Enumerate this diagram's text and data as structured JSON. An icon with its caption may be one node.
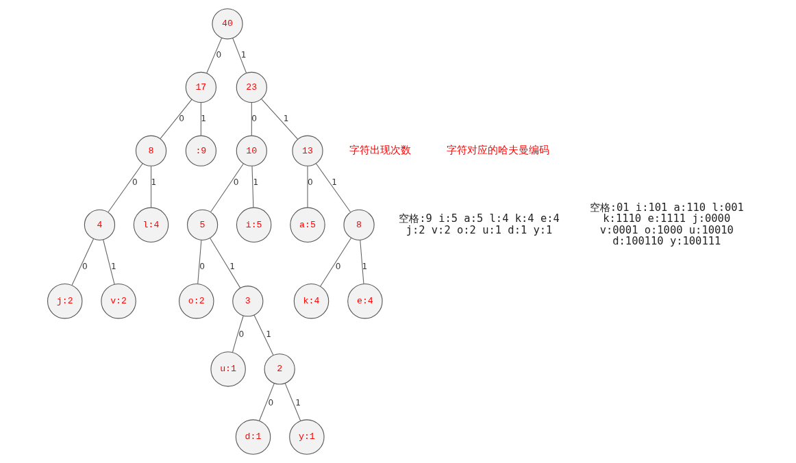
{
  "diagram": {
    "nodes": [
      {
        "text": [
          "40"
        ]
      },
      {
        "text": [
          "17"
        ]
      },
      {
        "text": [
          "23"
        ]
      },
      {
        "text": [
          "8"
        ]
      },
      {
        "text": [
          ":9"
        ]
      },
      {
        "text": [
          "10"
        ]
      },
      {
        "text": [
          "13"
        ]
      },
      {
        "text": [
          "4"
        ]
      },
      {
        "text": [
          "l:4"
        ]
      },
      {
        "text": [
          "5"
        ]
      },
      {
        "text": [
          "i:5"
        ]
      },
      {
        "text": [
          "a:5"
        ]
      },
      {
        "text": [
          "8"
        ]
      },
      {
        "text": [
          "j:2"
        ]
      },
      {
        "text": [
          "v:2"
        ]
      },
      {
        "text": [
          "o:2"
        ]
      },
      {
        "text": [
          "3"
        ]
      },
      {
        "text": [
          "k:4"
        ]
      },
      {
        "text": [
          "e:4"
        ]
      },
      {
        "text": [
          "u:1"
        ]
      },
      {
        "text": [
          "2"
        ]
      },
      {
        "text": [
          "d:1"
        ]
      },
      {
        "text": [
          "y:1"
        ]
      }
    ],
    "edges": [
      {
        "from": 0,
        "to": 1,
        "arrow": "none",
        "label": "0"
      },
      {
        "from": 0,
        "to": 2,
        "arrow": "none",
        "label": "1"
      },
      {
        "from": 1,
        "to": 3,
        "arrow": "none",
        "label": "0"
      },
      {
        "from": 1,
        "to": 4,
        "arrow": "none",
        "label": "1"
      },
      {
        "from": 2,
        "to": 5,
        "arrow": "none",
        "label": "0"
      },
      {
        "from": 2,
        "to": 6,
        "arrow": "none",
        "label": "1"
      },
      {
        "from": 3,
        "to": 7,
        "arrow": "none",
        "label": "0"
      },
      {
        "from": 3,
        "to": 8,
        "arrow": "none",
        "label": "1"
      },
      {
        "from": 5,
        "to": 9,
        "arrow": "none",
        "label": "0"
      },
      {
        "from": 5,
        "to": 10,
        "arrow": "none",
        "label": "1"
      },
      {
        "from": 6,
        "to": 11,
        "arrow": "none",
        "label": "0"
      },
      {
        "from": 6,
        "to": 12,
        "arrow": "none",
        "label": "1"
      },
      {
        "from": 7,
        "to": 13,
        "arrow": "none",
        "label": "0"
      },
      {
        "from": 7,
        "to": 14,
        "arrow": "none",
        "label": "1"
      },
      {
        "from": 9,
        "to": 15,
        "arrow": "none",
        "label": "0"
      },
      {
        "from": 9,
        "to": 16,
        "arrow": "none",
        "label": "1"
      },
      {
        "from": 12,
        "to": 17,
        "arrow": "none",
        "label": "0"
      },
      {
        "from": 12,
        "to": 18,
        "arrow": "none",
        "label": "1"
      },
      {
        "from": 16,
        "to": 19,
        "arrow": "none",
        "label": "0"
      },
      {
        "from": 16,
        "to": 20,
        "arrow": "none",
        "label": "1"
      },
      {
        "from": 20,
        "to": 21,
        "arrow": "none",
        "label": "0"
      },
      {
        "from": 20,
        "to": 22,
        "arrow": "none",
        "label": "1"
      }
    ],
    "labels": [
      "字符出现次数",
      "空格:9 i:5 a:5 l:4 k:4 e:4 j:2 v:2 o:2 u:1 d:1 y:1",
      "字符对应的哈夫曼编码",
      "空格:01 i:101 a:110 l:001 k:1110 e:1111 j:0000 v:0001 o:1000 u:10010 d:100110 y:100111"
    ]
  }
}
